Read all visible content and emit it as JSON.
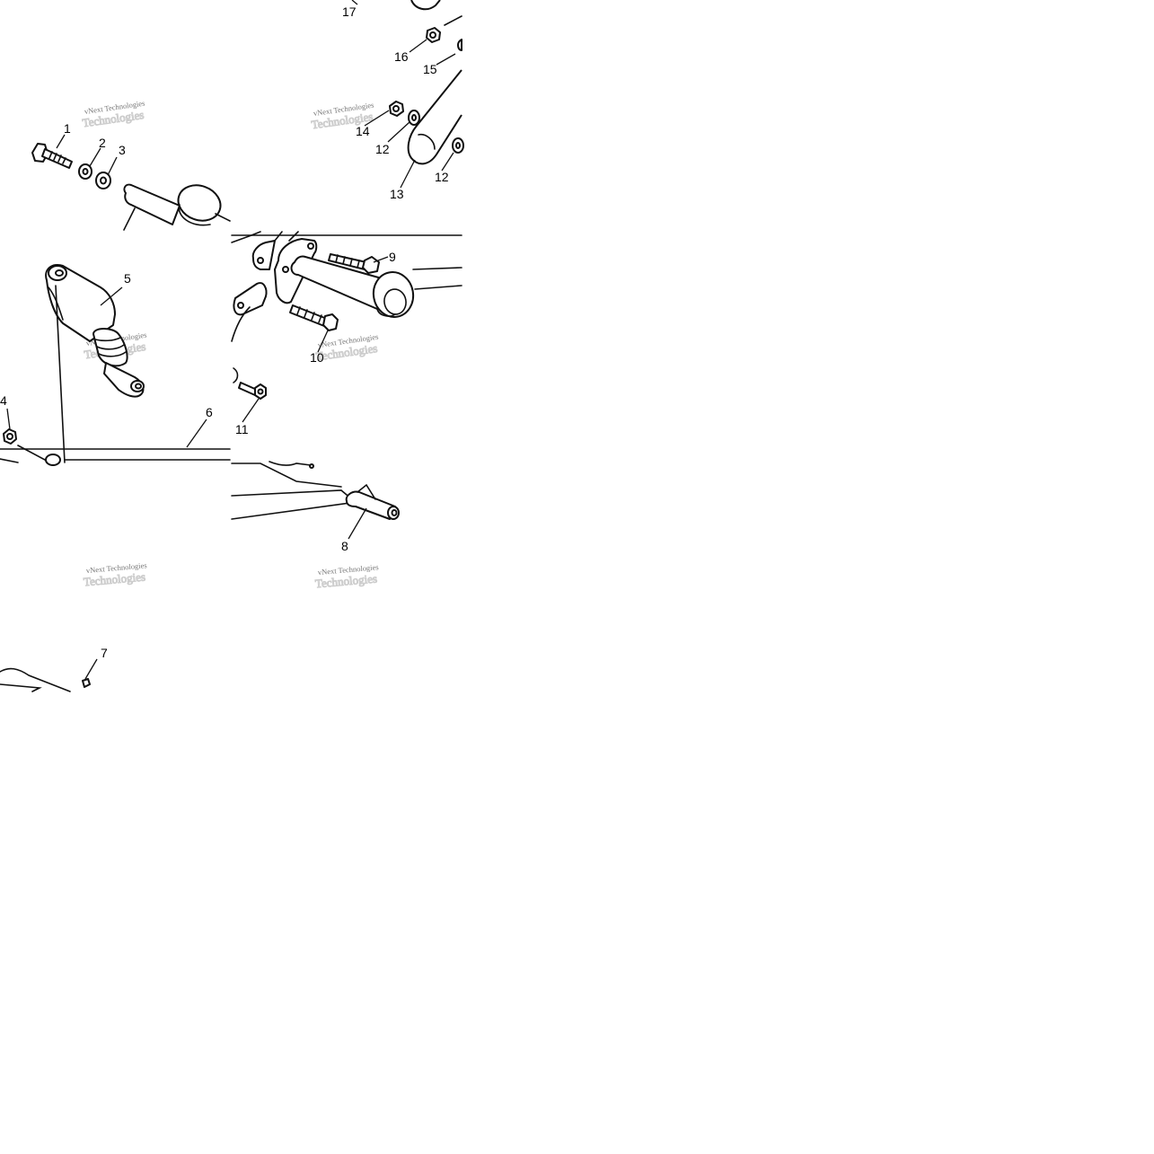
{
  "diagram": {
    "callouts": [
      {
        "id": "c1",
        "label": "1"
      },
      {
        "id": "c2",
        "label": "2"
      },
      {
        "id": "c3",
        "label": "3"
      },
      {
        "id": "c4",
        "label": "4"
      },
      {
        "id": "c5",
        "label": "5"
      },
      {
        "id": "c6",
        "label": "6"
      },
      {
        "id": "c7",
        "label": "7"
      },
      {
        "id": "c8",
        "label": "8"
      },
      {
        "id": "c9",
        "label": "9"
      },
      {
        "id": "c10",
        "label": "10"
      },
      {
        "id": "c11",
        "label": "11"
      },
      {
        "id": "c12a",
        "label": "12"
      },
      {
        "id": "c12b",
        "label": "12"
      },
      {
        "id": "c13",
        "label": "13"
      },
      {
        "id": "c14",
        "label": "14"
      },
      {
        "id": "c15",
        "label": "15"
      },
      {
        "id": "c16",
        "label": "16"
      },
      {
        "id": "c17",
        "label": "17"
      }
    ],
    "watermark": "vNext Technologies",
    "line_color": "#111111",
    "background": "#ffffff"
  }
}
